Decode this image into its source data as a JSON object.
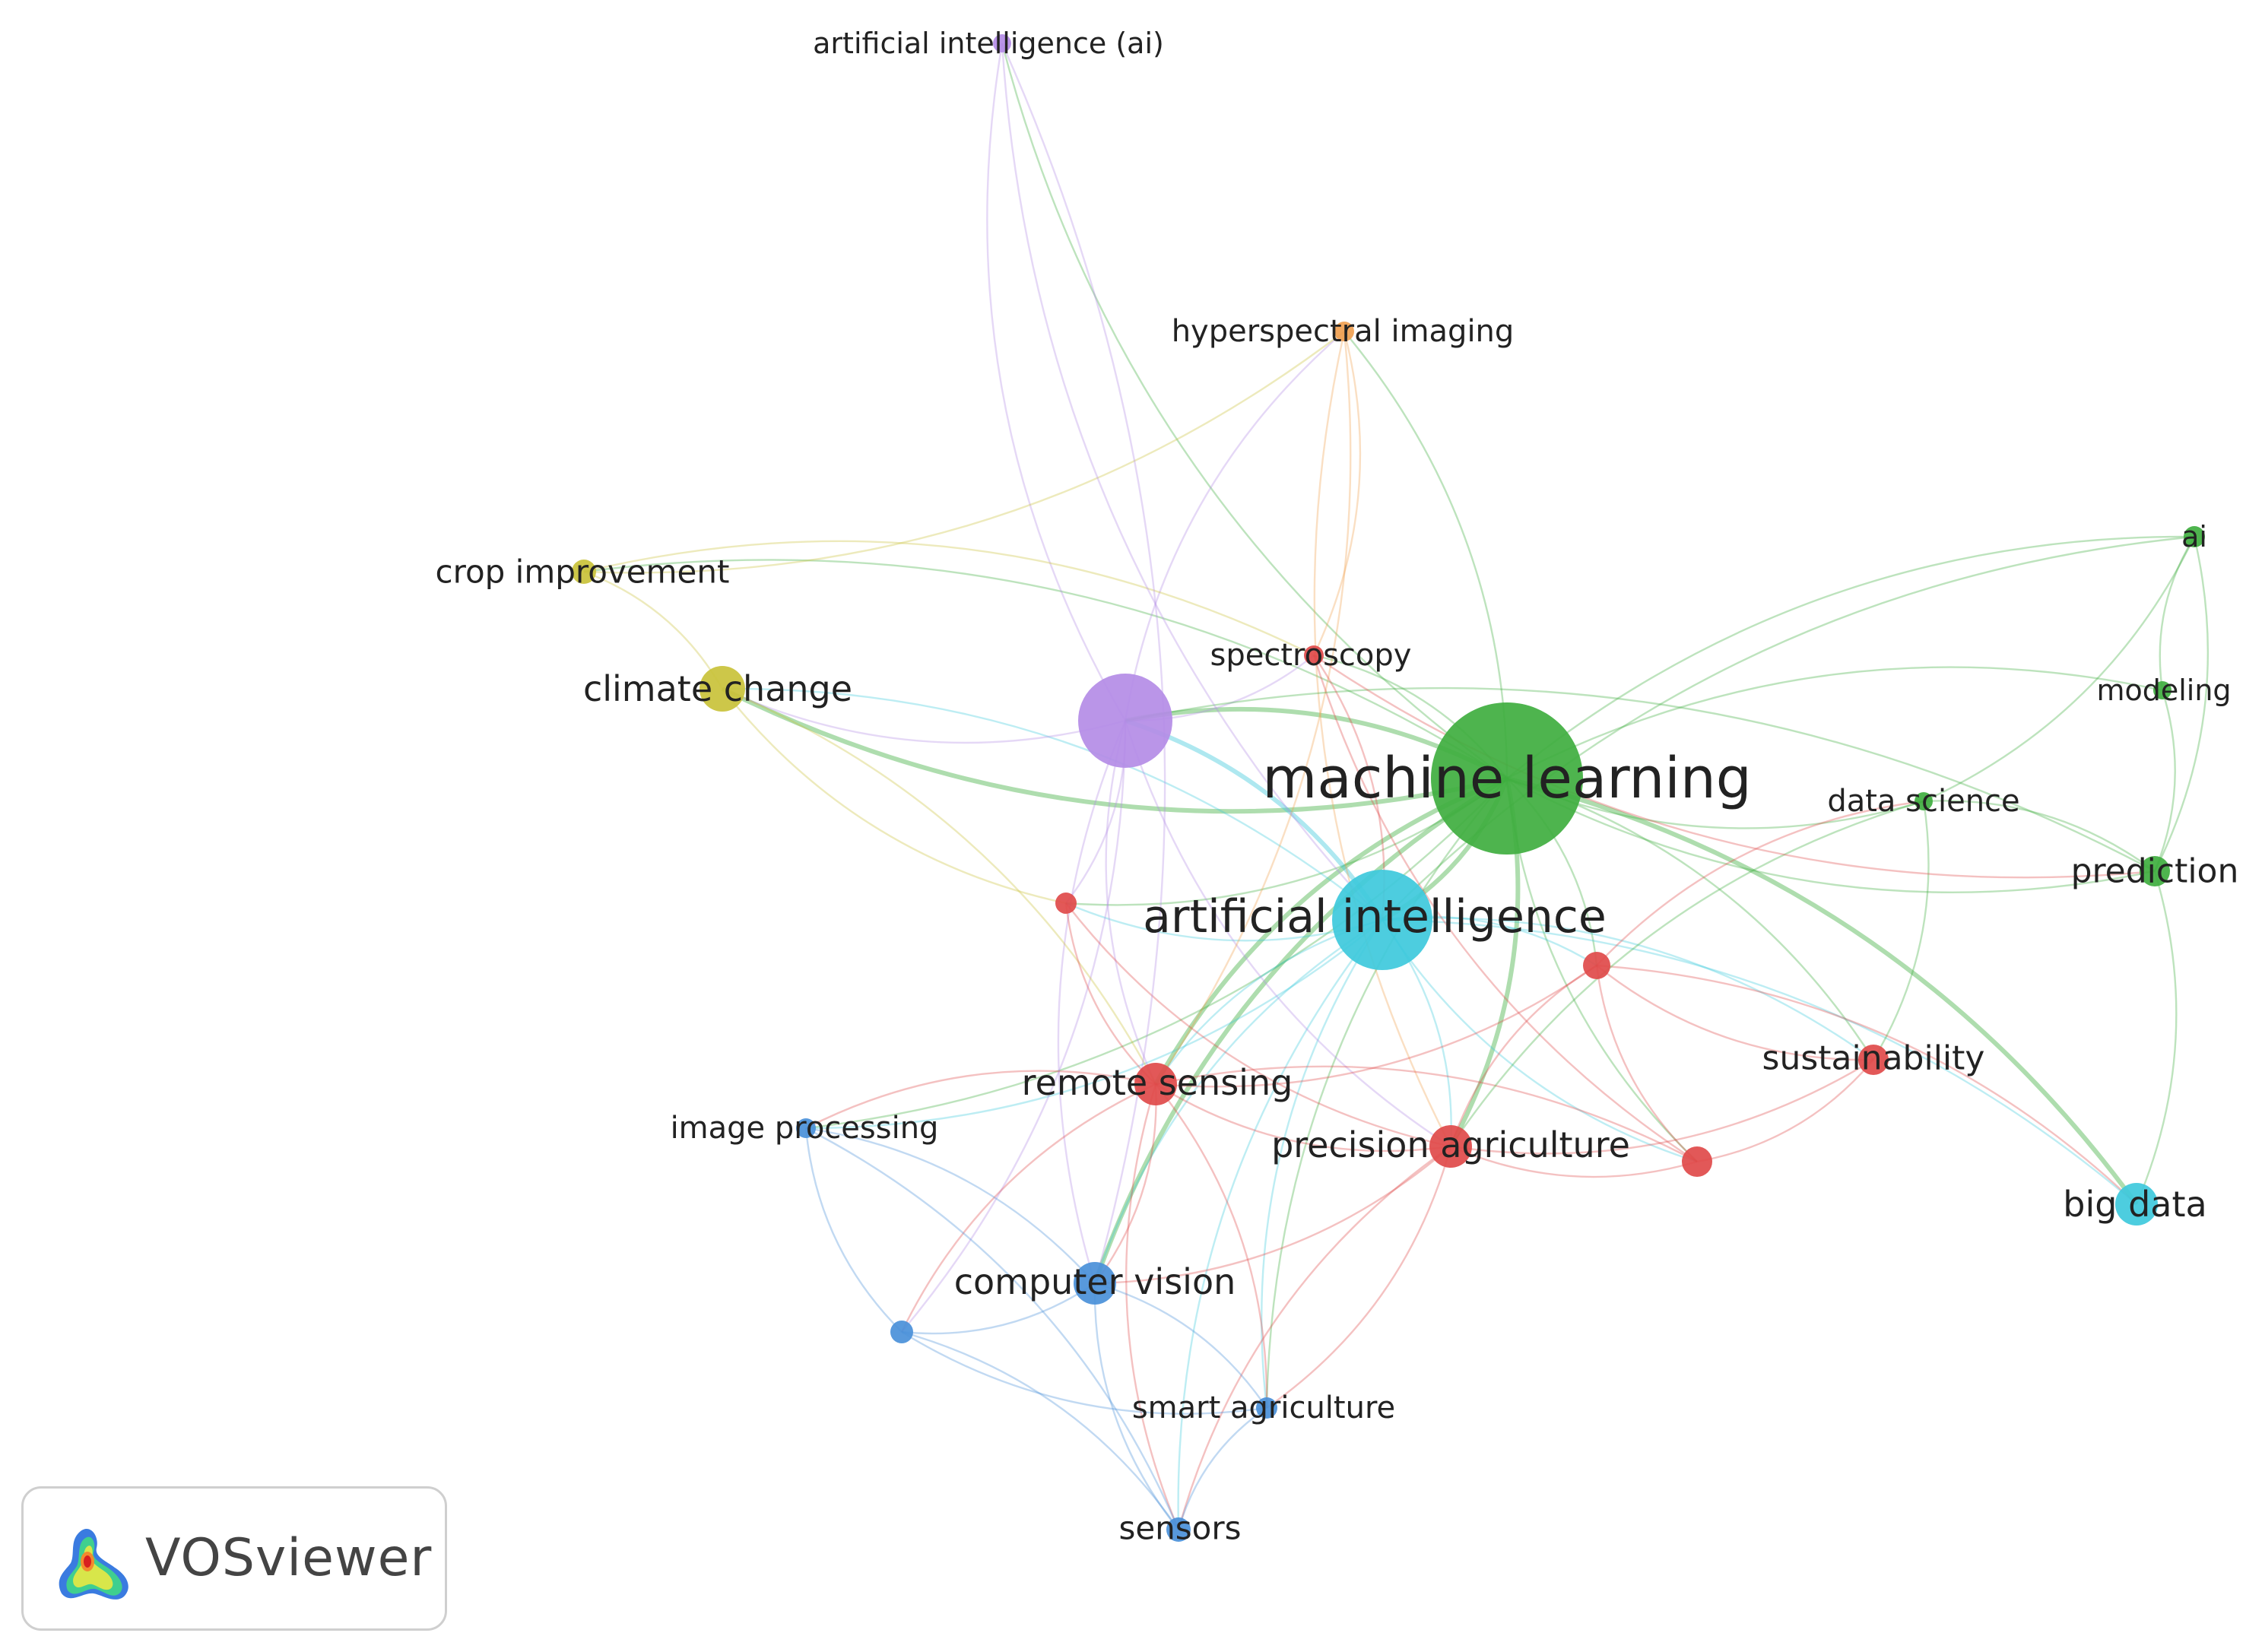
{
  "cluster_colors": {
    "red": "#e04a4a",
    "green": "#3fae3f",
    "blue": "#4a90d9",
    "yellow": "#c9c23a",
    "purple": "#b48ce6",
    "cyan": "#3ec9dc",
    "orange": "#f0a050"
  },
  "nodes": [
    {
      "id": "machine-learning",
      "label": "machine learning",
      "cluster": "green"
    },
    {
      "id": "artificial-intelligence",
      "label": "artificial intelligence",
      "cluster": "cyan"
    },
    {
      "id": "big-data",
      "label": "big data",
      "cluster": "cyan"
    },
    {
      "id": "artificial-intelligence-ai",
      "label": "artificial intelligence (ai)",
      "cluster": "purple"
    },
    {
      "id": "purple-hub",
      "label": "",
      "cluster": "purple"
    },
    {
      "id": "hyperspectral-imaging",
      "label": "hyperspectral imaging",
      "cluster": "orange"
    },
    {
      "id": "crop-improvement",
      "label": "crop improvement",
      "cluster": "yellow"
    },
    {
      "id": "climate-change",
      "label": "climate change",
      "cluster": "yellow"
    },
    {
      "id": "spectroscopy",
      "label": "spectroscopy",
      "cluster": "red"
    },
    {
      "id": "remote-sensing",
      "label": "remote sensing",
      "cluster": "red"
    },
    {
      "id": "precision-agriculture",
      "label": "precision agriculture",
      "cluster": "red"
    },
    {
      "id": "sustainability",
      "label": "sustainability",
      "cluster": "red"
    },
    {
      "id": "red-node-1",
      "label": "",
      "cluster": "red"
    },
    {
      "id": "red-node-2",
      "label": "",
      "cluster": "red"
    },
    {
      "id": "red-node-3",
      "label": "",
      "cluster": "red"
    },
    {
      "id": "ai",
      "label": "ai",
      "cluster": "green"
    },
    {
      "id": "modeling",
      "label": "modeling",
      "cluster": "green"
    },
    {
      "id": "data-science",
      "label": "data science",
      "cluster": "green"
    },
    {
      "id": "prediction",
      "label": "prediction",
      "cluster": "green"
    },
    {
      "id": "image-processing",
      "label": "image processing",
      "cluster": "blue"
    },
    {
      "id": "computer-vision",
      "label": "computer vision",
      "cluster": "blue"
    },
    {
      "id": "smart-agriculture",
      "label": "smart agriculture",
      "cluster": "blue"
    },
    {
      "id": "sensors",
      "label": "sensors",
      "cluster": "blue"
    },
    {
      "id": "blue-node-1",
      "label": "",
      "cluster": "blue"
    }
  ],
  "edges": [
    [
      "machine-learning",
      "artificial-intelligence"
    ],
    [
      "machine-learning",
      "purple-hub"
    ],
    [
      "machine-learning",
      "climate-change"
    ],
    [
      "machine-learning",
      "crop-improvement"
    ],
    [
      "machine-learning",
      "ai"
    ],
    [
      "machine-learning",
      "prediction"
    ],
    [
      "machine-learning",
      "modeling"
    ],
    [
      "machine-learning",
      "data-science"
    ],
    [
      "machine-learning",
      "big-data"
    ],
    [
      "machine-learning",
      "hyperspectral-imaging"
    ],
    [
      "machine-learning",
      "artificial-intelligence-ai"
    ],
    [
      "machine-learning",
      "remote-sensing"
    ],
    [
      "machine-learning",
      "precision-agriculture"
    ],
    [
      "machine-learning",
      "computer-vision"
    ],
    [
      "machine-learning",
      "sustainability"
    ],
    [
      "machine-learning",
      "spectroscopy"
    ],
    [
      "machine-learning",
      "red-node-1"
    ],
    [
      "machine-learning",
      "red-node-2"
    ],
    [
      "machine-learning",
      "red-node-3"
    ],
    [
      "machine-learning",
      "smart-agriculture"
    ],
    [
      "machine-learning",
      "image-processing"
    ],
    [
      "artificial-intelligence",
      "purple-hub"
    ],
    [
      "artificial-intelligence",
      "big-data"
    ],
    [
      "artificial-intelligence",
      "remote-sensing"
    ],
    [
      "artificial-intelligence",
      "precision-agriculture"
    ],
    [
      "artificial-intelligence",
      "computer-vision"
    ],
    [
      "artificial-intelligence",
      "sustainability"
    ],
    [
      "artificial-intelligence",
      "red-node-2"
    ],
    [
      "artificial-intelligence",
      "red-node-3"
    ],
    [
      "artificial-intelligence",
      "smart-agriculture"
    ],
    [
      "artificial-intelligence",
      "image-processing"
    ],
    [
      "artificial-intelligence",
      "climate-change"
    ],
    [
      "artificial-intelligence",
      "red-node-1"
    ],
    [
      "artificial-intelligence",
      "sensors"
    ],
    [
      "purple-hub",
      "artificial-intelligence-ai"
    ],
    [
      "purple-hub",
      "computer-vision"
    ],
    [
      "purple-hub",
      "blue-node-1"
    ],
    [
      "purple-hub",
      "remote-sensing"
    ],
    [
      "purple-hub",
      "climate-change"
    ],
    [
      "purple-hub",
      "precision-agriculture"
    ],
    [
      "purple-hub",
      "red-node-1"
    ],
    [
      "purple-hub",
      "spectroscopy"
    ],
    [
      "purple-hub",
      "hyperspectral-imaging"
    ],
    [
      "climate-change",
      "crop-improvement"
    ],
    [
      "climate-change",
      "remote-sensing"
    ],
    [
      "climate-change",
      "red-node-1"
    ],
    [
      "crop-improvement",
      "spectroscopy"
    ],
    [
      "crop-improvement",
      "hyperspectral-imaging"
    ],
    [
      "hyperspectral-imaging",
      "remote-sensing"
    ],
    [
      "hyperspectral-imaging",
      "precision-agriculture"
    ],
    [
      "hyperspectral-imaging",
      "spectroscopy"
    ],
    [
      "remote-sensing",
      "precision-agriculture"
    ],
    [
      "remote-sensing",
      "computer-vision"
    ],
    [
      "remote-sensing",
      "image-processing"
    ],
    [
      "remote-sensing",
      "red-node-1"
    ],
    [
      "remote-sensing",
      "red-node-3"
    ],
    [
      "remote-sensing",
      "red-node-2"
    ],
    [
      "remote-sensing",
      "sensors"
    ],
    [
      "remote-sensing",
      "smart-agriculture"
    ],
    [
      "remote-sensing",
      "blue-node-1"
    ],
    [
      "precision-agriculture",
      "red-node-3"
    ],
    [
      "precision-agriculture",
      "red-node-2"
    ],
    [
      "precision-agriculture",
      "smart-agriculture"
    ],
    [
      "precision-agriculture",
      "sensors"
    ],
    [
      "precision-agriculture",
      "computer-vision"
    ],
    [
      "precision-agriculture",
      "sustainability"
    ],
    [
      "precision-agriculture",
      "red-node-1"
    ],
    [
      "red-node-3",
      "sustainability"
    ],
    [
      "red-node-3",
      "big-data"
    ],
    [
      "red-node-3",
      "red-node-2"
    ],
    [
      "red-node-3",
      "data-science"
    ],
    [
      "red-node-2",
      "sustainability"
    ],
    [
      "red-node-2",
      "spectroscopy"
    ],
    [
      "computer-vision",
      "image-processing"
    ],
    [
      "computer-vision",
      "smart-agriculture"
    ],
    [
      "computer-vision",
      "sensors"
    ],
    [
      "computer-vision",
      "blue-node-1"
    ],
    [
      "image-processing",
      "blue-node-1"
    ],
    [
      "image-processing",
      "sensors"
    ],
    [
      "smart-agriculture",
      "sensors"
    ],
    [
      "blue-node-1",
      "sensors"
    ],
    [
      "blue-node-1",
      "smart-agriculture"
    ],
    [
      "ai",
      "prediction"
    ],
    [
      "ai",
      "modeling"
    ],
    [
      "ai",
      "data-science"
    ],
    [
      "ai",
      "artificial-intelligence"
    ],
    [
      "modeling",
      "prediction"
    ],
    [
      "prediction",
      "data-science"
    ],
    [
      "prediction",
      "big-data"
    ],
    [
      "prediction",
      "purple-hub"
    ],
    [
      "data-science",
      "sustainability"
    ],
    [
      "data-science",
      "precision-agriculture"
    ],
    [
      "spectroscopy",
      "artificial-intelligence"
    ],
    [
      "spectroscopy",
      "prediction"
    ],
    [
      "artificial-intelligence-ai",
      "computer-vision"
    ],
    [
      "artificial-intelligence-ai",
      "artificial-intelligence"
    ]
  ],
  "logo": {
    "text": "VOSviewer"
  }
}
